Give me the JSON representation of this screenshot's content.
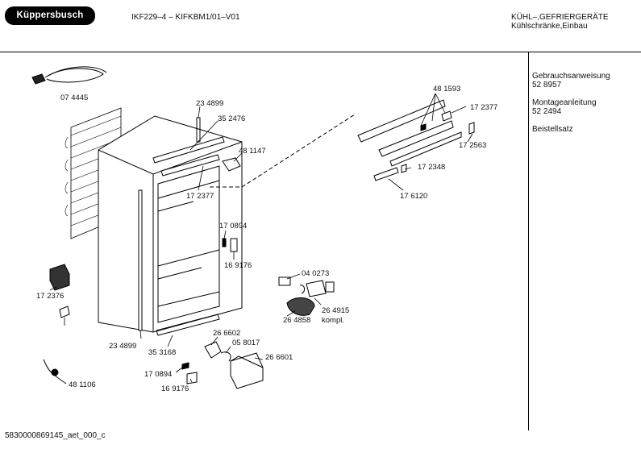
{
  "header": {
    "brand": "Küppersbusch",
    "model": "IKF229–4 – KIFKBM1/01–V01",
    "category": "KÜHL–,GEFRIERGERÄTE",
    "subcategory": "Kühlschränke,Einbau"
  },
  "sidebar": {
    "items": [
      {
        "title": "Gebrauchsanweisung",
        "number": "52 8957"
      },
      {
        "title": "Montageanleitung",
        "number": "52 2494"
      },
      {
        "title": "Beistellsatz",
        "number": ""
      }
    ]
  },
  "parts": [
    {
      "id": "cable",
      "label": "07 4445"
    },
    {
      "id": "hinge-top",
      "label": "23 4899"
    },
    {
      "id": "cover-strip",
      "label": "35 2476"
    },
    {
      "id": "bracket-left",
      "label": "48 1147"
    },
    {
      "id": "panel-top",
      "label": "48 1593"
    },
    {
      "id": "cap-1",
      "label": "17 2377"
    },
    {
      "id": "cap-2",
      "label": "17 2563"
    },
    {
      "id": "clip",
      "label": "17 2348"
    },
    {
      "id": "plate",
      "label": "17 6120"
    },
    {
      "id": "cap-3",
      "label": "17 2377"
    },
    {
      "id": "pin-1",
      "label": "17 0894"
    },
    {
      "id": "cover-1",
      "label": "16 9176"
    },
    {
      "id": "relay",
      "label": "17 2376"
    },
    {
      "id": "knob-set",
      "label": "04 0273"
    },
    {
      "id": "lamp-cover",
      "label": "26 4915"
    },
    {
      "id": "lamp-cover-note",
      "label": "kompl."
    },
    {
      "id": "lamp",
      "label": "26 4858"
    },
    {
      "id": "hinge-bottom",
      "label": "23 4899"
    },
    {
      "id": "strip-bottom",
      "label": "35 3168"
    },
    {
      "id": "socket",
      "label": "26 6602"
    },
    {
      "id": "bulb",
      "label": "05 8017"
    },
    {
      "id": "housing",
      "label": "26 6601"
    },
    {
      "id": "pin-2",
      "label": "17 0894"
    },
    {
      "id": "cover-2",
      "label": "16 9176"
    },
    {
      "id": "thermostat",
      "label": "48 1106"
    }
  ],
  "footer": {
    "code": "5830000869145_aet_000_c"
  }
}
